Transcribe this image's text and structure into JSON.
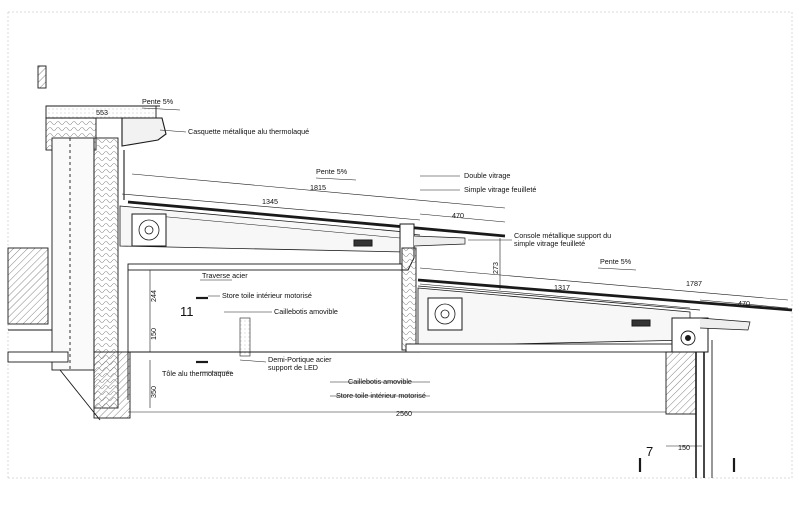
{
  "labels": {
    "pente_top": "Pente 5%",
    "pente_mid": "Pente 5%",
    "pente_right": "Pente 5%",
    "casquette": "Casquette métallique alu thermolaqué",
    "double_vitrage": "Double vitrage",
    "simple_vitrage": "Simple vitrage feuilleté",
    "console_line1": "Console métallique support du",
    "console_line2": "simple vitrage feuilleté",
    "traverse": "Traverse acier",
    "store_top": "Store toile intérieur motorisé",
    "caillebotis_top": "Caillebotis amovible",
    "demi_portique_line1": "Demi-Portique acier",
    "demi_portique_line2": "support de LED",
    "tole": "Tôle alu thermolaquée",
    "caillebotis_bottom": "Caillebotis amovible",
    "store_bottom": "Store toile intérieur motorisé"
  },
  "dimensions": {
    "d553": "553",
    "d1815": "1815",
    "d1345": "1345",
    "d470_top": "470",
    "d273": "273",
    "d1787": "1787",
    "d1317": "1317",
    "d470_right": "470",
    "d244": "244",
    "d150_left": "150",
    "d350": "350",
    "d2560": "2560",
    "d150_bottom": "150"
  },
  "section_marks": {
    "mark_11": "11",
    "mark_7": "7"
  },
  "colors": {
    "line": "#1a1a1a",
    "hatch": "#555555",
    "frame": "#cccccc"
  }
}
